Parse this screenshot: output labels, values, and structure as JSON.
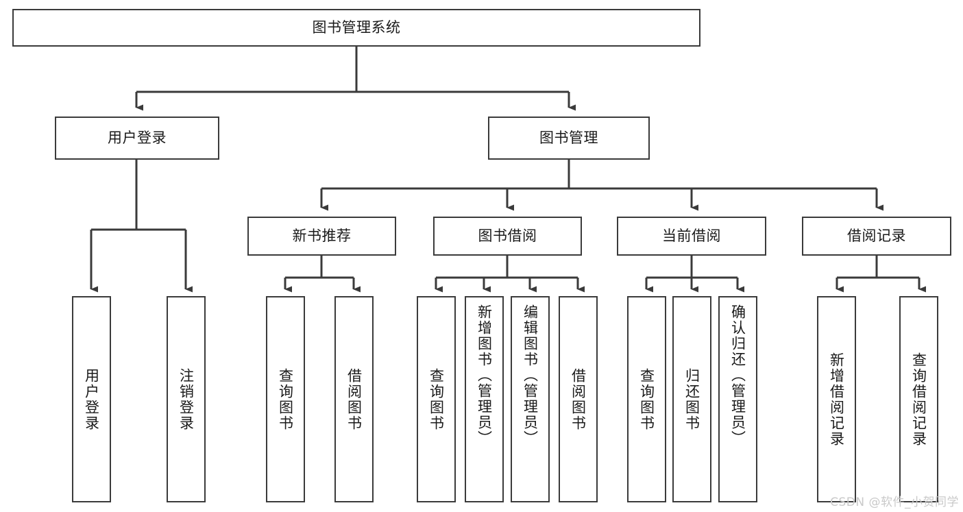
{
  "diagram": {
    "title": "图书管理系统",
    "watermark": "CSDN @软件_小贺同学",
    "line_color": "#3a3a3a",
    "box_border_color": "#3a3a3a",
    "box_fill": "#ffffff",
    "text_color": "#1a1a1a",
    "root": {
      "label": "图书管理系统"
    },
    "level2": [
      {
        "label": "用户登录"
      },
      {
        "label": "图书管理"
      }
    ],
    "level3": [
      {
        "label": "新书推荐"
      },
      {
        "label": "图书借阅"
      },
      {
        "label": "当前借阅"
      },
      {
        "label": "借阅记录"
      }
    ],
    "leaves": {
      "user_login": [
        {
          "label": "用户登录"
        },
        {
          "label": "注销登录"
        }
      ],
      "new_book_recommend": [
        {
          "label": "查询图书"
        },
        {
          "label": "借阅图书"
        }
      ],
      "book_borrow": [
        {
          "label": "查询图书"
        },
        {
          "label": "新增图书（管理员）"
        },
        {
          "label": "编辑图书（管理员）"
        },
        {
          "label": "借阅图书"
        }
      ],
      "current_borrow": [
        {
          "label": "查询图书"
        },
        {
          "label": "归还图书"
        },
        {
          "label": "确认归还（管理员）"
        }
      ],
      "borrow_record": [
        {
          "label": "新增借阅记录"
        },
        {
          "label": "查询借阅记录"
        }
      ]
    }
  }
}
